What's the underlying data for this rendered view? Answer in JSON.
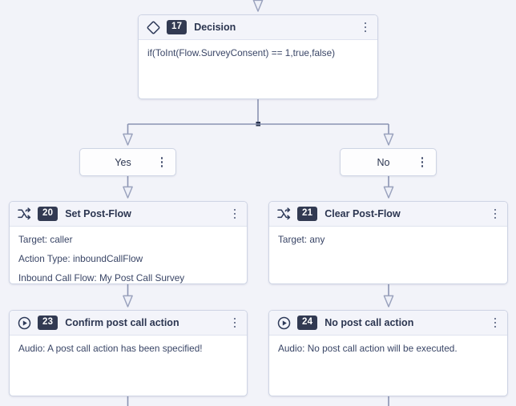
{
  "canvas": {
    "background_color": "#f2f3f9",
    "edge_color": "#8a93b2",
    "card_border_color": "#ced4e4",
    "badge_color": "#323a52",
    "title_color": "#2b3550",
    "body_text_color": "#394566"
  },
  "nodes": [
    {
      "id": "17",
      "icon": "diamond-icon",
      "title": "Decision",
      "menu": "kebab-menu-icon",
      "body": [
        "if(ToInt(Flow.SurveyConsent) == 1,true,false)"
      ]
    },
    {
      "id": "20",
      "icon": "shuffle-icon",
      "title": "Set Post-Flow",
      "menu": "kebab-menu-icon",
      "body": [
        "Target: caller",
        "Action Type: inboundCallFlow",
        "Inbound Call Flow: My Post Call Survey"
      ]
    },
    {
      "id": "21",
      "icon": "shuffle-icon",
      "title": "Clear Post-Flow",
      "menu": "kebab-menu-icon",
      "body": [
        "Target: any"
      ]
    },
    {
      "id": "23",
      "icon": "play-circle-icon",
      "title": "Confirm post call action",
      "menu": "kebab-menu-icon",
      "body": [
        "Audio: A post call action has been specified!"
      ]
    },
    {
      "id": "24",
      "icon": "play-circle-icon",
      "title": "No post call action",
      "menu": "kebab-menu-icon",
      "body": [
        "Audio: No post call action will be executed."
      ]
    }
  ],
  "branches": [
    {
      "label": "Yes",
      "menu": "kebab-menu-icon"
    },
    {
      "label": "No",
      "menu": "kebab-menu-icon"
    }
  ]
}
